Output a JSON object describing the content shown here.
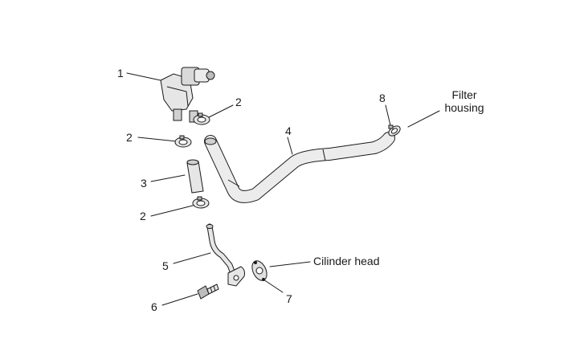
{
  "parts": [
    {
      "number": "1",
      "name": "valve-assembly"
    },
    {
      "number": "2",
      "name": "hose-clamp"
    },
    {
      "number": "2",
      "name": "hose-clamp"
    },
    {
      "number": "2",
      "name": "hose-clamp"
    },
    {
      "number": "3",
      "name": "short-hose"
    },
    {
      "number": "4",
      "name": "long-hose"
    },
    {
      "number": "5",
      "name": "pipe"
    },
    {
      "number": "6",
      "name": "bolt"
    },
    {
      "number": "7",
      "name": "gasket"
    },
    {
      "number": "8",
      "name": "hose-clamp"
    }
  ],
  "callouts": {
    "filter_housing_line1": "Filter",
    "filter_housing_line2": "housing",
    "cylinder_head": "Cilinder head"
  },
  "colors": {
    "ink": "#1a1a1a",
    "part_fill": "#e6e6e6",
    "part_shade": "#bdbdbd"
  }
}
